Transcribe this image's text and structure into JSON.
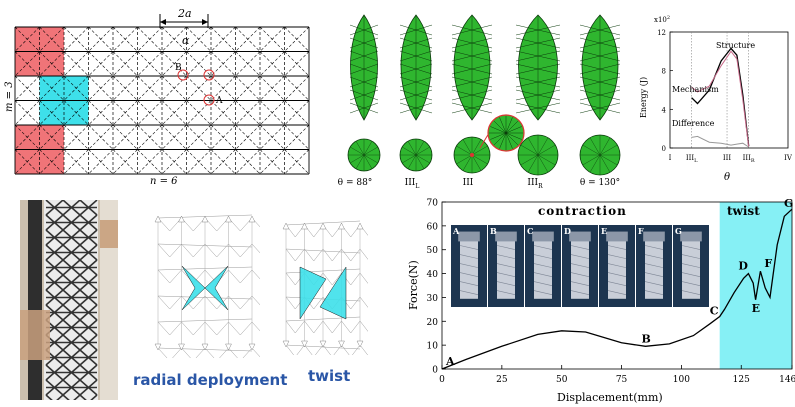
{
  "pattern": {
    "width_label": "2a",
    "alpha_label": "α",
    "m_label": "m = 3",
    "n_label": "n = 6",
    "point_a": "A",
    "point_b": "B"
  },
  "configurations": {
    "labels": [
      "θ = 88°",
      "III",
      "III",
      "III",
      "θ = 130°"
    ],
    "subscripts": [
      "",
      "L",
      "",
      "R",
      ""
    ]
  },
  "energy_chart": {
    "ylabel": "Energy (J)",
    "xlabel": "θ",
    "multiplier": "x10",
    "multiplier_exp": "2",
    "series_labels": [
      "Structure",
      "Mechanism",
      "Difference"
    ],
    "y_ticks": [
      "0",
      "4",
      "8",
      "12"
    ],
    "x_ticks": [
      {
        "main": "I",
        "sub": ""
      },
      {
        "main": "III",
        "sub": "L"
      },
      {
        "main": "III",
        "sub": ""
      },
      {
        "main": "III",
        "sub": "R"
      },
      {
        "main": "IV",
        "sub": ""
      }
    ]
  },
  "photo": {
    "radial_label": "radial deployment",
    "twist_label": "twist"
  },
  "force_chart": {
    "ylabel": "Force(N)",
    "xlabel": "Displacement(mm)",
    "region_contraction": "contraction",
    "region_twist": "twist",
    "y_ticks": [
      "0",
      "10",
      "20",
      "30",
      "40",
      "50",
      "60",
      "70"
    ],
    "x_ticks": [
      "0",
      "25",
      "50",
      "75",
      "100",
      "125",
      "146.2"
    ],
    "points": [
      "A",
      "B",
      "C",
      "D",
      "E",
      "F",
      "G"
    ],
    "inset_labels": [
      "A",
      "B",
      "C",
      "D",
      "E",
      "F",
      "G"
    ]
  },
  "chart_data": [
    {
      "type": "line",
      "ylabel": "Energy (J)",
      "xlabel": "θ",
      "ylim": [
        0,
        12
      ],
      "categories": [
        "I",
        "IIIL",
        "III",
        "IIIR",
        "IV"
      ],
      "series": [
        {
          "name": "Structure",
          "x": [
            1.55,
            1.7,
            2.0,
            2.3,
            2.55,
            2.7,
            2.85,
            3.0
          ],
          "y": [
            5.2,
            4.6,
            6.0,
            9.0,
            10.3,
            9.6,
            5.5,
            0.2
          ]
        },
        {
          "name": "Mechanism",
          "x": [
            1.55,
            1.7,
            2.0,
            2.3,
            2.55,
            2.7,
            2.85,
            3.0
          ],
          "y": [
            6.3,
            5.8,
            6.4,
            8.5,
            10.0,
            9.2,
            5.0,
            0.1
          ]
        },
        {
          "name": "Difference",
          "x": [
            1.55,
            1.7,
            2.0,
            2.3,
            2.55,
            2.7,
            2.85,
            3.0
          ],
          "y": [
            1.1,
            1.2,
            0.6,
            0.5,
            0.3,
            0.4,
            0.5,
            0.1
          ]
        }
      ]
    },
    {
      "type": "line",
      "xlabel": "Displacement(mm)",
      "ylabel": "Force(N)",
      "xlim": [
        0,
        146.2
      ],
      "ylim": [
        0,
        70
      ],
      "series": [
        {
          "x": [
            0,
            10,
            25,
            40,
            50,
            60,
            75,
            85,
            95,
            105,
            112,
            116,
            118,
            122,
            126,
            128,
            130,
            131,
            133,
            135,
            137,
            140,
            143,
            146.2
          ],
          "y": [
            0,
            4,
            9.5,
            14.5,
            16,
            15.5,
            11,
            9.5,
            10.5,
            14,
            19,
            22,
            25,
            32,
            38,
            40,
            36,
            29,
            41,
            34,
            30,
            52,
            64,
            67
          ]
        }
      ],
      "annotations": [
        {
          "label": "A",
          "x": 0,
          "y": 0
        },
        {
          "label": "B",
          "x": 85,
          "y": 9.5
        },
        {
          "label": "C",
          "x": 116,
          "y": 22
        },
        {
          "label": "D",
          "x": 128,
          "y": 40
        },
        {
          "label": "E",
          "x": 131,
          "y": 29
        },
        {
          "label": "F",
          "x": 133,
          "y": 41
        },
        {
          "label": "G",
          "x": 146.2,
          "y": 67
        }
      ]
    }
  ]
}
